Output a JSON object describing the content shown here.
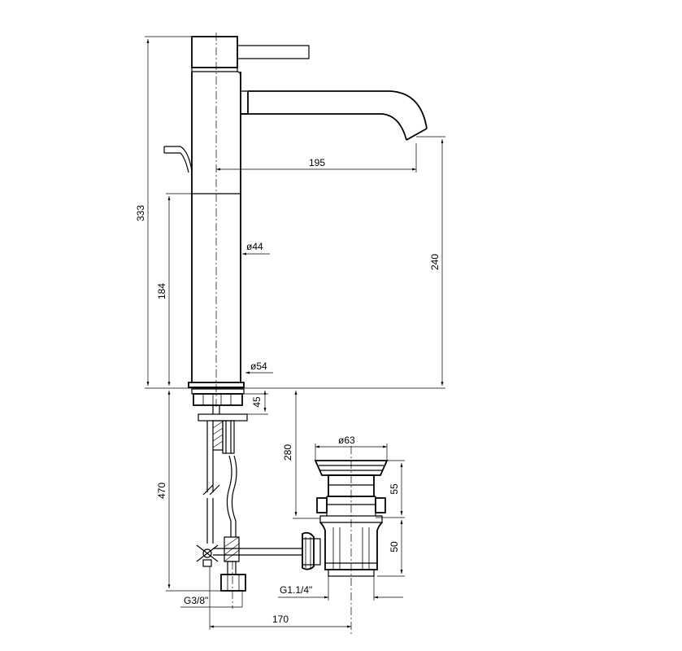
{
  "dimensions": {
    "overall_height": "333",
    "spout_reach": "195",
    "spout_outlet_height": "240",
    "body_height": "184",
    "body_diameter": "ø44",
    "base_diameter": "ø54",
    "deck_fixing": "45",
    "waste_depth": "280",
    "waste_flange_diameter": "ø63",
    "waste_upper": "55",
    "waste_lower": "50",
    "supply_length": "470",
    "supply_thread": "G3/8\"",
    "waste_thread": "G1.1/4\"",
    "waste_offset": "170"
  }
}
